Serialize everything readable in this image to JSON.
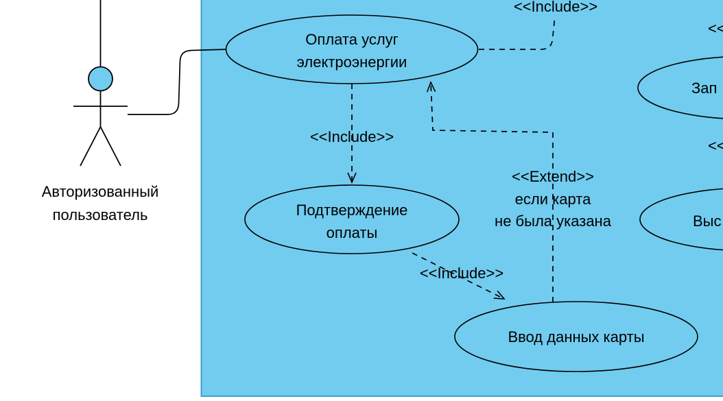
{
  "colors": {
    "background": "#ffffff",
    "system_fill": "#72CCEF",
    "system_stroke": "#3E9FCB",
    "shape_stroke": "#000000",
    "text": "#000000"
  },
  "actor": {
    "name_line1": "Авторизованный",
    "name_line2": "пользователь"
  },
  "use_cases": {
    "pay_electricity": {
      "line1": "Оплата услуг",
      "line2": "электроэнергии"
    },
    "confirm_payment": {
      "line1": "Подтверждение",
      "line2": "оплаты"
    },
    "enter_card_data": {
      "label": "Ввод данных карты"
    },
    "partial_right_top": {
      "label_visible": "Зап"
    },
    "partial_right_bottom": {
      "label_visible": "Выс"
    }
  },
  "relations": {
    "include_top_label": "<<Include>>",
    "include_pay_confirm_label": "<<Include>>",
    "include_confirm_card_label": "<<Include>>",
    "extend_label_line1": "<<Extend>>",
    "extend_label_line2": "если карта",
    "extend_label_line3": "не была указана",
    "partial_label_right_top": "<<",
    "partial_label_right_mid": "<<"
  }
}
